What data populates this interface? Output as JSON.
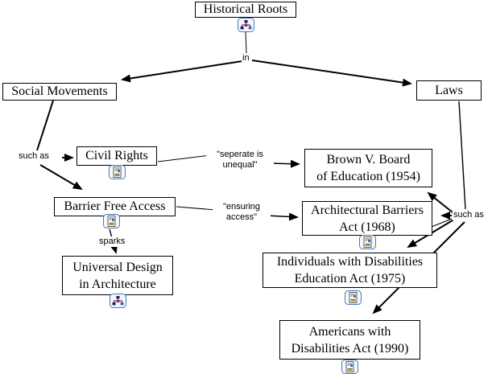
{
  "title": "Concept map: Historical Roots of disability rights",
  "nodes": [
    {
      "id": "historical-roots",
      "lines": [
        "Historical Roots"
      ],
      "icon": "concept-map-icon"
    },
    {
      "id": "social-movements",
      "lines": [
        "Social Movements"
      ],
      "icon": null
    },
    {
      "id": "laws",
      "lines": [
        "Laws"
      ],
      "icon": null
    },
    {
      "id": "civil-rights",
      "lines": [
        "Civil Rights"
      ],
      "icon": "document-icon"
    },
    {
      "id": "barrier-free-access",
      "lines": [
        "Barrier Free Access"
      ],
      "icon": "document-icon"
    },
    {
      "id": "universal-design",
      "lines": [
        "Universal Design",
        "in Architecture"
      ],
      "icon": "concept-map-icon"
    },
    {
      "id": "brown-v-board",
      "lines": [
        "Brown V. Board",
        "of Education (1954)"
      ],
      "icon": null
    },
    {
      "id": "architectural-barriers-act",
      "lines": [
        "Architectural Barriers",
        "Act (1968)"
      ],
      "icon": "document-icon"
    },
    {
      "id": "idea-act",
      "lines": [
        "Individuals with Disabilities",
        "Education Act (1975)"
      ],
      "icon": "document-icon"
    },
    {
      "id": "ada-act",
      "lines": [
        "Americans with",
        "Disabilities Act (1990)"
      ],
      "icon": "document-icon"
    }
  ],
  "link_labels": [
    {
      "id": "in",
      "lines": [
        "in"
      ]
    },
    {
      "id": "such-as-left",
      "lines": [
        "such as"
      ]
    },
    {
      "id": "such-as-right",
      "lines": [
        "such as"
      ]
    },
    {
      "id": "sparks",
      "lines": [
        "sparks"
      ]
    },
    {
      "id": "seperate-is-unequal",
      "lines": [
        "\"seperate is",
        "unequal\""
      ]
    },
    {
      "id": "ensuring-access",
      "lines": [
        "\"ensuring",
        "access\""
      ]
    }
  ],
  "connections": [
    {
      "from": "Historical Roots",
      "label": "in",
      "to": "Social Movements"
    },
    {
      "from": "Historical Roots",
      "label": "in",
      "to": "Laws"
    },
    {
      "from": "Social Movements",
      "label": "such as",
      "to": "Civil Rights"
    },
    {
      "from": "Social Movements",
      "label": "such as",
      "to": "Barrier Free Access"
    },
    {
      "from": "Civil Rights",
      "label": "\"seperate is unequal\"",
      "to": "Brown V. Board of Education (1954)"
    },
    {
      "from": "Barrier Free Access",
      "label": "\"ensuring access\"",
      "to": "Architectural Barriers Act (1968)"
    },
    {
      "from": "Barrier Free Access",
      "label": "sparks",
      "to": "Universal Design in Architecture"
    },
    {
      "from": "Laws",
      "label": "such as",
      "to": "Brown V. Board of Education (1954)"
    },
    {
      "from": "Laws",
      "label": "such as",
      "to": "Architectural Barriers Act (1968)"
    },
    {
      "from": "Laws",
      "label": "such as",
      "to": "Individuals with Disabilities Education Act (1975)"
    },
    {
      "from": "Laws",
      "label": "such as",
      "to": "Americans with Disabilities Act (1990)"
    }
  ],
  "colors": {
    "node_border": "#000000",
    "node_background": "#ffffff",
    "line": "#000000",
    "icon_border": "#4a7ab5",
    "icon_navy": "#1d1d7a",
    "icon_blue": "#3a6ebf",
    "icon_red": "#cc2222",
    "icon_yellow": "#e8d44d"
  }
}
